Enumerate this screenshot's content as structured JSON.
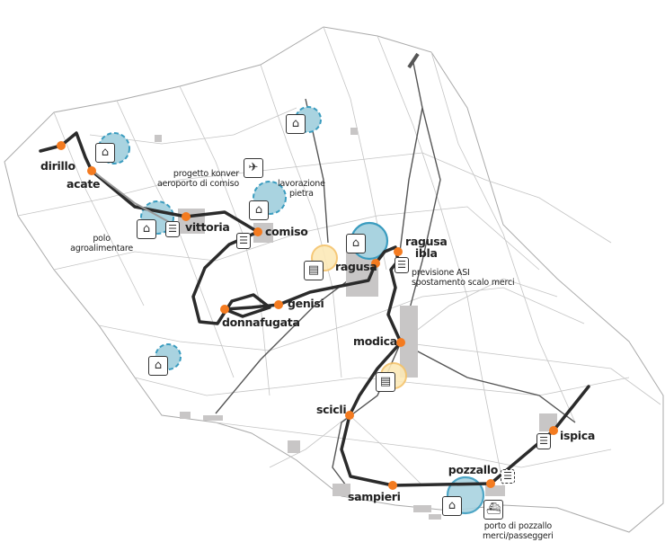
{
  "stations": [
    {
      "name": "dirillo"
    },
    {
      "name": "acate"
    },
    {
      "name": "vittoria"
    },
    {
      "name": "comiso"
    },
    {
      "name": "donnafugata"
    },
    {
      "name": "genisi"
    },
    {
      "name": "ragusa"
    },
    {
      "name": "ragusa ibla"
    },
    {
      "name": "modica"
    },
    {
      "name": "scicli"
    },
    {
      "name": "sampieri"
    },
    {
      "name": "pozzallo"
    },
    {
      "name": "ispica"
    }
  ],
  "labels": {
    "ragusa_line1": "ragusa",
    "ragusa_line2": "ibla",
    "scicli": "scicli"
  },
  "notes": {
    "polo_1": "polo",
    "polo_2": "agroalimentare",
    "aeroporto_1": "progetto konver",
    "aeroporto_2": "aeroporto di comiso",
    "pietra_1": "lavorazione",
    "pietra_2": "pietra",
    "asi_1": "previsione ASI",
    "asi_2": "spostamento scalo merci",
    "porto_1": "porto di pozzallo",
    "porto_2": "merci/passeggeri"
  },
  "colors": {
    "station": "#f47b20",
    "rail": "#2b2b2b",
    "industrial_zone": "#a9d3e0",
    "zone_border": "#3a9cbf",
    "tourism_zone": "#fce9b8",
    "tourism_border": "#f5c36a",
    "urban": "#c8c6c6",
    "road": "#bdbdbd"
  }
}
